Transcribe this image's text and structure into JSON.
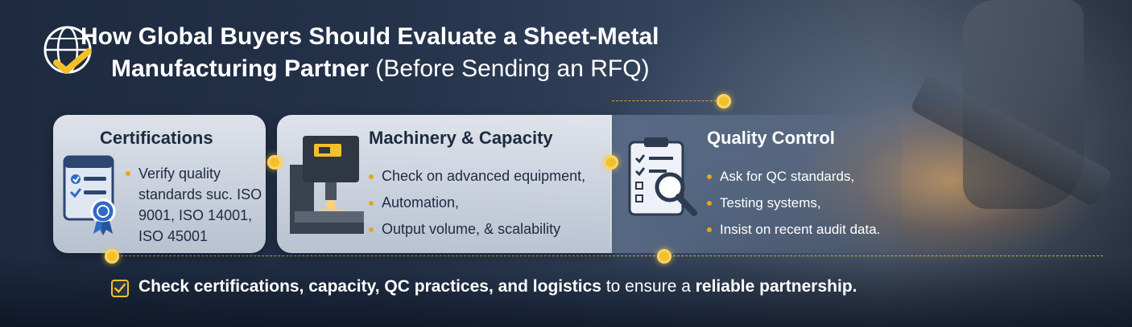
{
  "header": {
    "title_line1": "How Global Buyers Should Evaluate a Sheet-Metal",
    "title_line2_bold": "Manufacturing Partner",
    "title_line2_light": "(Before Sending an RFQ)",
    "logo_icon": "globe-check-icon"
  },
  "cards": [
    {
      "title": "Certifications",
      "icon": "certificate-checklist-icon",
      "items": [
        "Verify quality standards suc. ISO 9001, ISO 14001, ISO 45001"
      ]
    },
    {
      "title": "Machinery & Capacity",
      "icon": "laser-cutting-machine-icon",
      "items": [
        "Check on advanced equipment,",
        "Automation,",
        "Output volume, & scalability"
      ]
    },
    {
      "title": "Quality Control",
      "icon": "clipboard-magnifier-icon",
      "items": [
        "Ask for QC standards,",
        "Testing systems,",
        "Insist on recent audit data."
      ]
    }
  ],
  "footer": {
    "part1": "Check certifications, capacity, QC practices, and logistics",
    "part2": " to ensure a ",
    "part3": "reliable partnership."
  },
  "colors": {
    "accent": "#f3c02c",
    "background": "#1d2a3f",
    "card": "#e8edf4",
    "text_dark": "#1e2b40"
  }
}
